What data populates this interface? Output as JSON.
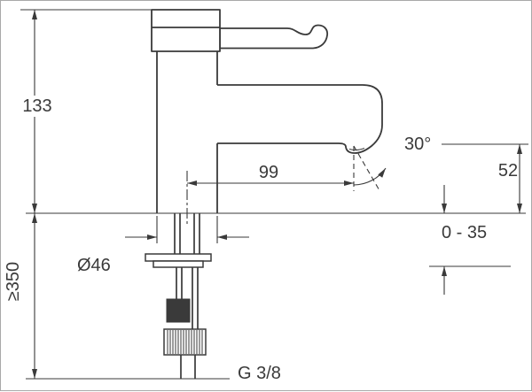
{
  "drawing": {
    "background_color": "#ffffff",
    "line_color": "#3a3a3a",
    "dimensions": {
      "overall_height": "133",
      "clearance_below": "≥350",
      "base_diameter": "Ø46",
      "spout_reach": "99",
      "spout_angle": "30°",
      "outlet_height": "52",
      "deck_thickness_range": "0 - 35",
      "inlet_thread": "G 3/8"
    }
  }
}
